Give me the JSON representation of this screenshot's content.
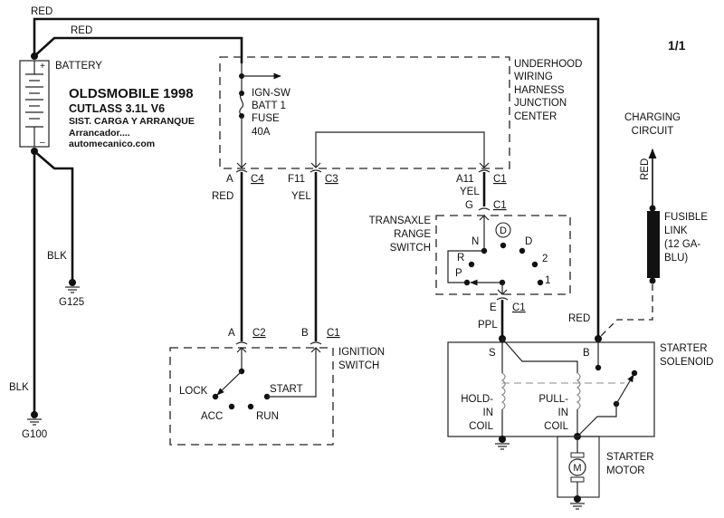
{
  "page_number": "1/1",
  "header": {
    "title": "OLDSMOBILE 1998",
    "model": "CUTLASS  3.1L  V6",
    "system": "SIST. CARGA Y ARRANQUE",
    "subtitle": "Arrancador....",
    "website": "automecanico.com"
  },
  "battery": {
    "label": "BATTERY",
    "positive": "+",
    "negative": "–"
  },
  "wires": {
    "top_red_1": "RED",
    "top_red_2": "RED",
    "blk_g125": "BLK",
    "blk_g100": "BLK",
    "c4_red": "RED",
    "c3_yel": "YEL",
    "a11_yel": "YEL",
    "ppl": "PPL",
    "solenoid_red": "RED",
    "charging_red": "RED"
  },
  "grounds": {
    "g125": "G125",
    "g100": "G100"
  },
  "junction_center": {
    "label_lines": [
      "UNDERHOOD",
      "WIRING",
      "HARNESS",
      "JUNCTION",
      "CENTER"
    ],
    "fuse_lines": [
      "IGN-SW",
      "BATT 1",
      "FUSE",
      "40A"
    ]
  },
  "connectors": {
    "c4": {
      "pin": "A",
      "conn": "C4"
    },
    "c3": {
      "pin": "F11",
      "conn": "C3"
    },
    "a11": {
      "pin": "A11",
      "conn": "C1"
    },
    "g": {
      "pin": "G",
      "conn": "C1"
    },
    "e": {
      "pin": "E",
      "conn": "C1"
    },
    "ign_a": {
      "pin": "A",
      "conn": "C2"
    },
    "ign_b": {
      "pin": "B",
      "conn": "C1"
    }
  },
  "transaxle": {
    "label_lines": [
      "TRANSAXLE",
      "RANGE",
      "SWITCH"
    ],
    "indicator": "D",
    "positions": [
      "N",
      "D",
      "R",
      "2",
      "P",
      "1"
    ]
  },
  "ignition_switch": {
    "label_lines": [
      "IGNITION",
      "SWITCH"
    ],
    "positions": [
      "LOCK",
      "START",
      "ACC",
      "RUN"
    ]
  },
  "charging_circuit": {
    "label_lines": [
      "CHARGING",
      "CIRCUIT"
    ]
  },
  "fusible_link": {
    "label_lines": [
      "FUSIBLE",
      "LINK",
      "(12 GA-",
      "BLU)"
    ]
  },
  "solenoid": {
    "label_lines": [
      "STARTER",
      "SOLENOID"
    ],
    "terminal_s": "S",
    "terminal_b": "B",
    "hold_in": [
      "HOLD-",
      "IN",
      "COIL"
    ],
    "pull_in": [
      "PULL-",
      "IN",
      "COIL"
    ]
  },
  "motor": {
    "symbol": "M",
    "label_lines": [
      "STARTER",
      "MOTOR"
    ]
  }
}
